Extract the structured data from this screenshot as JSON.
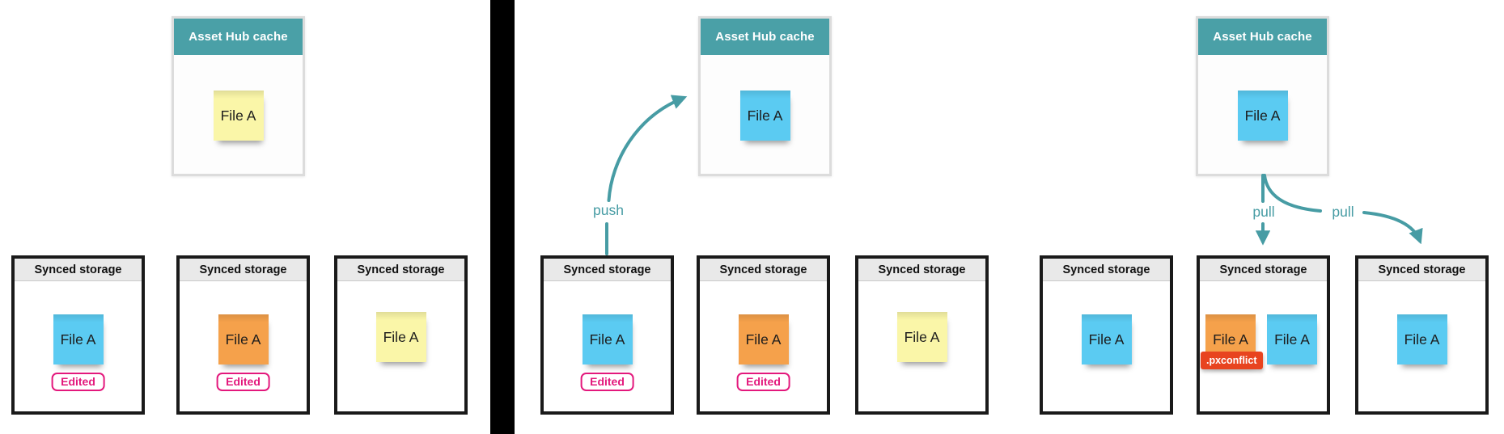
{
  "colors": {
    "teal": "#479CA4",
    "teal_header": "#4AA0A7",
    "storage_header_bg": "#E9E9E9",
    "note_blue": "#5BCBF2",
    "note_orange": "#F5A14B",
    "note_yellow": "#FAF6A8",
    "edited_pink": "#E3187C",
    "conflict_red": "#E8441F"
  },
  "panels": [
    {
      "name": "left",
      "cache": {
        "title": "Asset Hub cache",
        "notes": [
          {
            "label": "File A",
            "color": "yellow"
          }
        ]
      },
      "storages": [
        {
          "title": "Synced storage",
          "notes": [
            {
              "label": "File A",
              "color": "blue"
            }
          ],
          "badge": "Edited"
        },
        {
          "title": "Synced storage",
          "notes": [
            {
              "label": "File A",
              "color": "orange"
            }
          ],
          "badge": "Edited"
        },
        {
          "title": "Synced storage",
          "notes": [
            {
              "label": "File A",
              "color": "yellow"
            }
          ]
        }
      ]
    },
    {
      "name": "middle",
      "arrow_label": "push",
      "cache": {
        "title": "Asset Hub cache",
        "notes": [
          {
            "label": "File A",
            "color": "blue"
          }
        ]
      },
      "storages": [
        {
          "title": "Synced storage",
          "notes": [
            {
              "label": "File A",
              "color": "blue"
            }
          ],
          "badge": "Edited"
        },
        {
          "title": "Synced storage",
          "notes": [
            {
              "label": "File A",
              "color": "orange"
            }
          ],
          "badge": "Edited"
        },
        {
          "title": "Synced storage",
          "notes": [
            {
              "label": "File A",
              "color": "yellow"
            }
          ]
        }
      ]
    },
    {
      "name": "right",
      "arrow_labels": [
        "pull",
        "pull"
      ],
      "cache": {
        "title": "Asset Hub cache",
        "notes": [
          {
            "label": "File A",
            "color": "blue"
          }
        ]
      },
      "storages": [
        {
          "title": "Synced storage",
          "notes": [
            {
              "label": "File A",
              "color": "blue"
            }
          ]
        },
        {
          "title": "Synced storage",
          "notes": [
            {
              "label": "File A",
              "color": "orange",
              "tag": ".pxconflict"
            },
            {
              "label": "File A",
              "color": "blue"
            }
          ]
        },
        {
          "title": "Synced storage",
          "notes": [
            {
              "label": "File A",
              "color": "blue"
            }
          ]
        }
      ]
    }
  ]
}
